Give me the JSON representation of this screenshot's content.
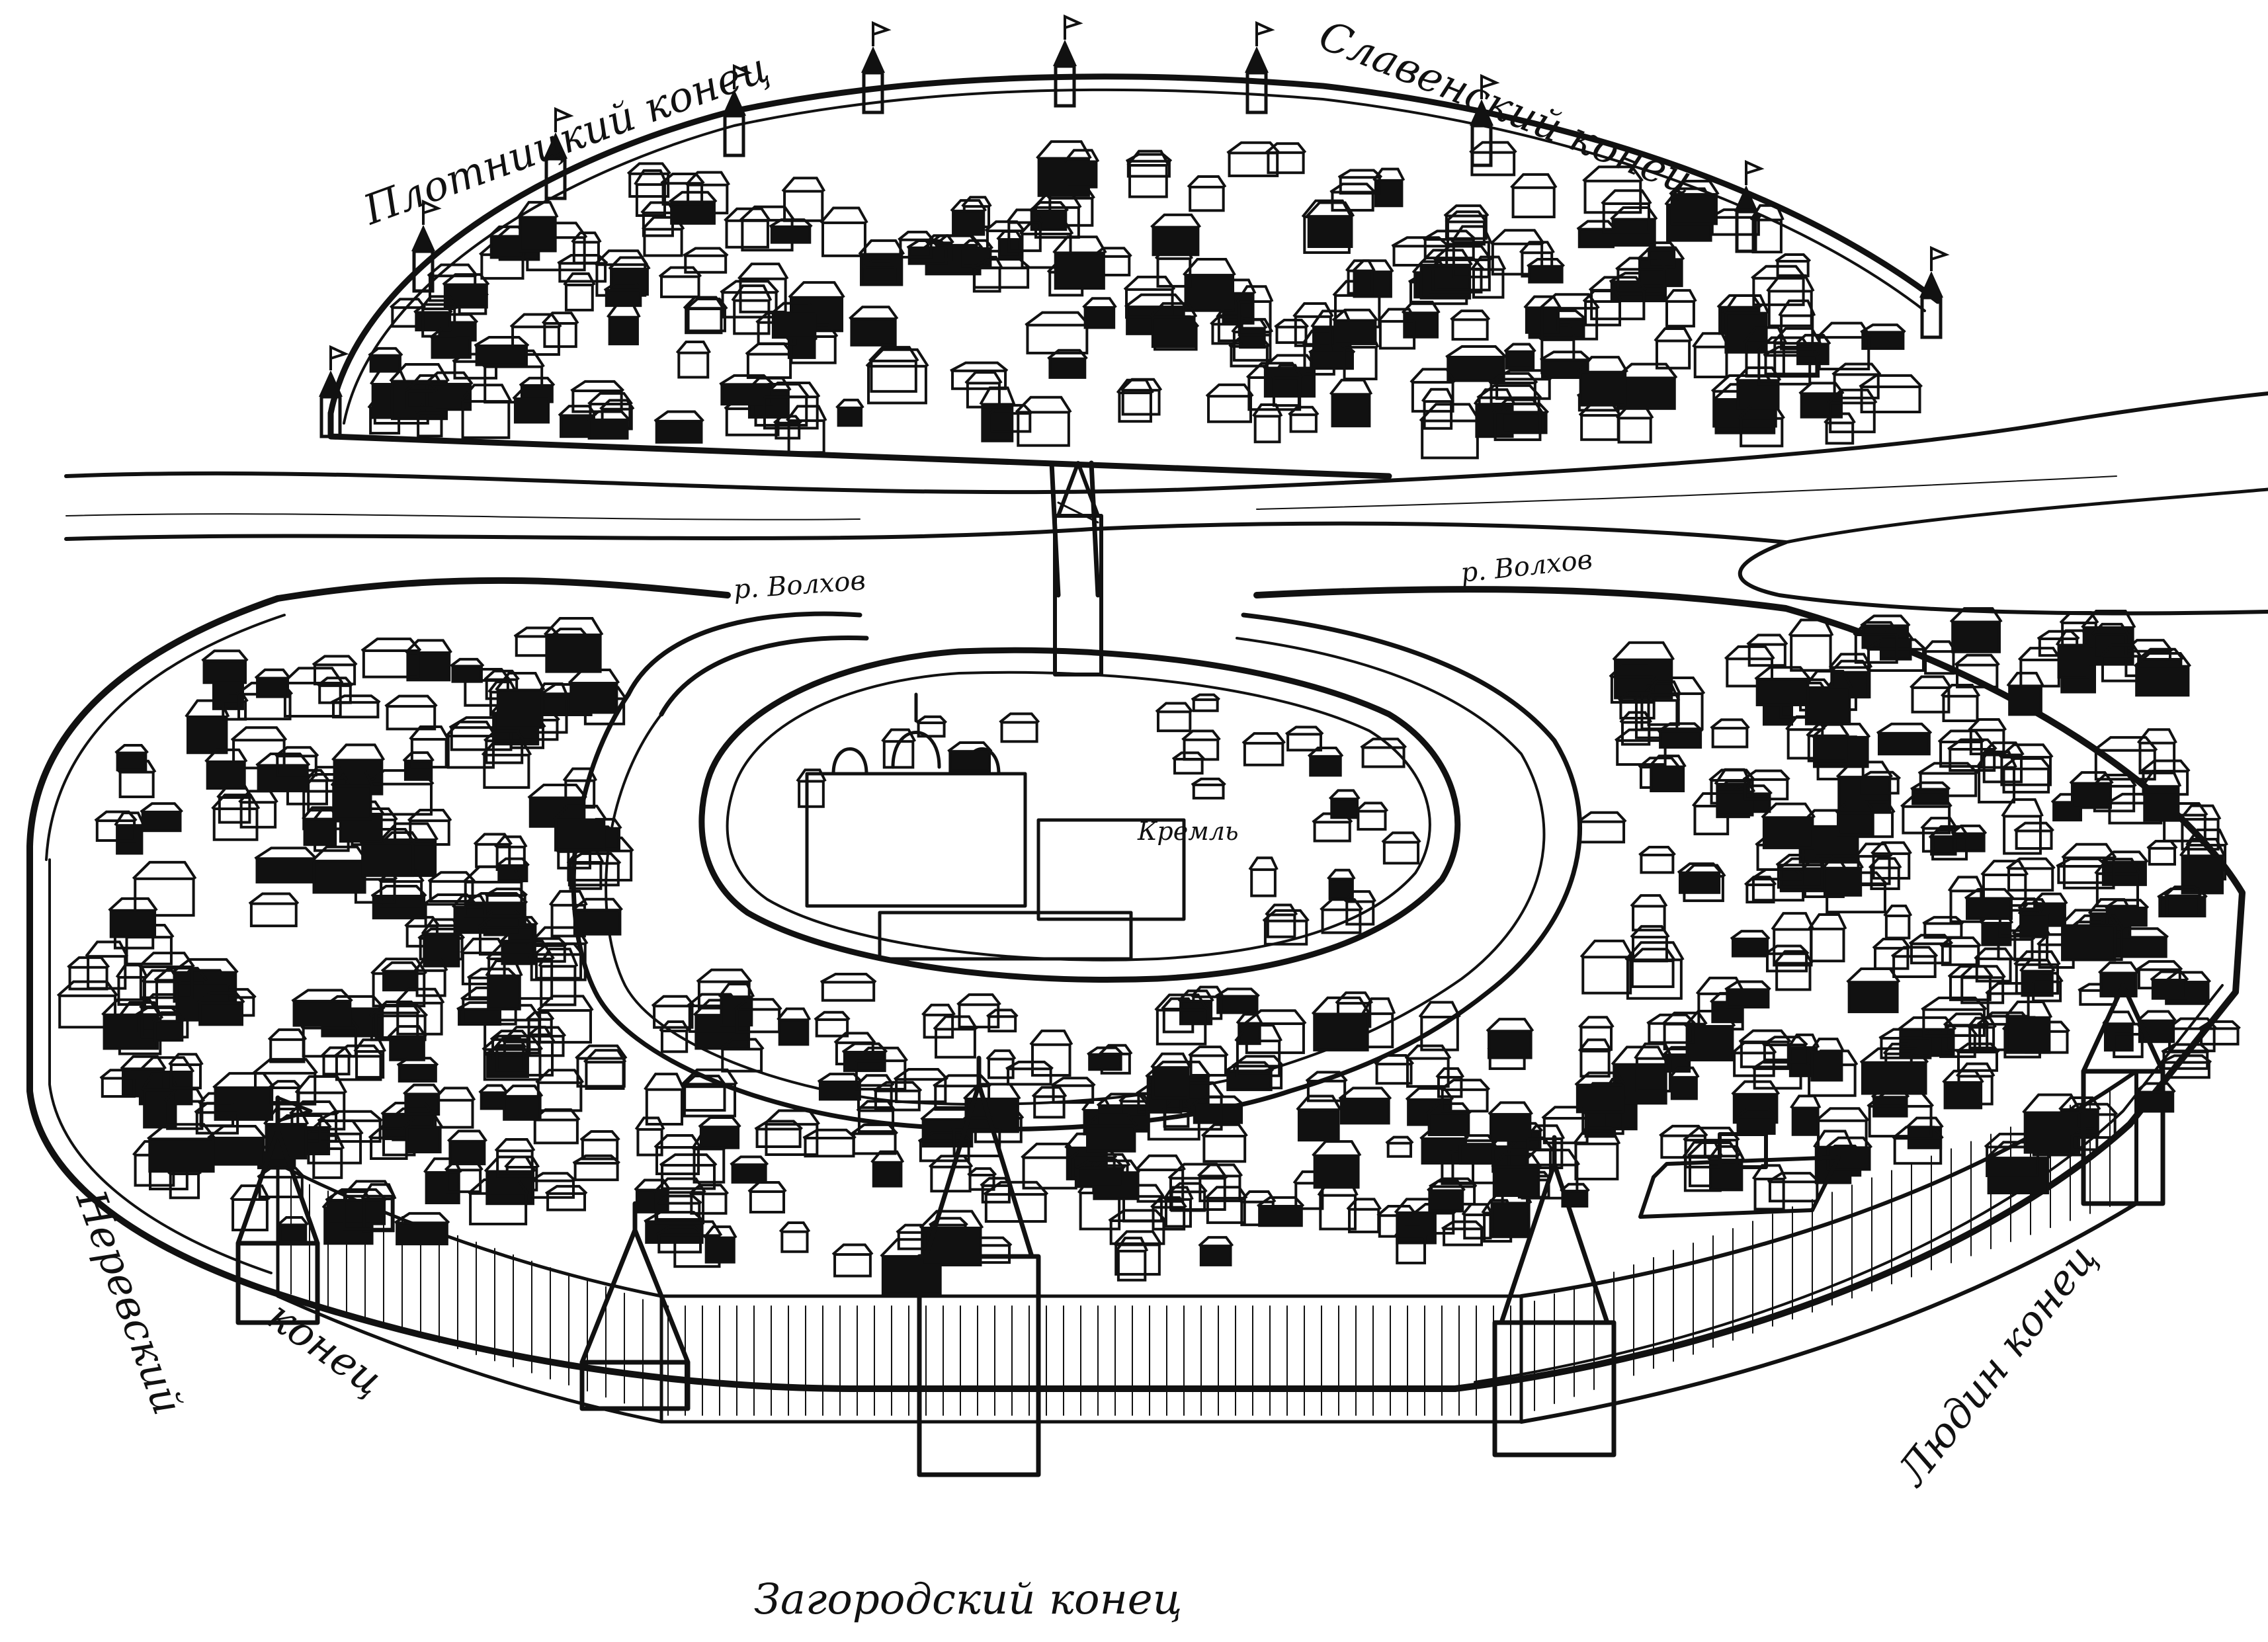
{
  "labels": {
    "plotnitsky": "Плотницкий конец",
    "slavensky": "Славенский конец",
    "river_left": "р. Волхов",
    "river_right": "р. Волхов",
    "kremlin": "Кремль",
    "nerevsky_1": "Неревский",
    "nerevsky_2": "конец",
    "lyudin": "Людин конец",
    "zagorodsky": "Загородский конец"
  },
  "colors": {
    "ink": "#111111",
    "paper": "#ffffff"
  },
  "icons": [
    "tower-icon",
    "church-icon",
    "house-icon",
    "flag-icon"
  ]
}
